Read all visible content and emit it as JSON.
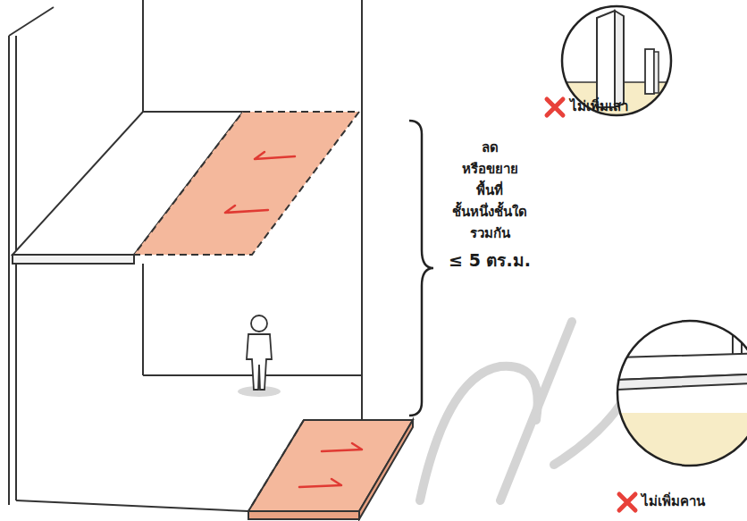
{
  "diagram": {
    "labels": [
      "ลด",
      "หรือขยาย",
      "พื้นที่",
      "ชั้นหนึ่งชั้นใด",
      "รวมกัน",
      "≤ 5 ตร.ม.",
      "ไม่เพิ่มเสา",
      "ไม่เพิ่มคาน"
    ]
  }
}
